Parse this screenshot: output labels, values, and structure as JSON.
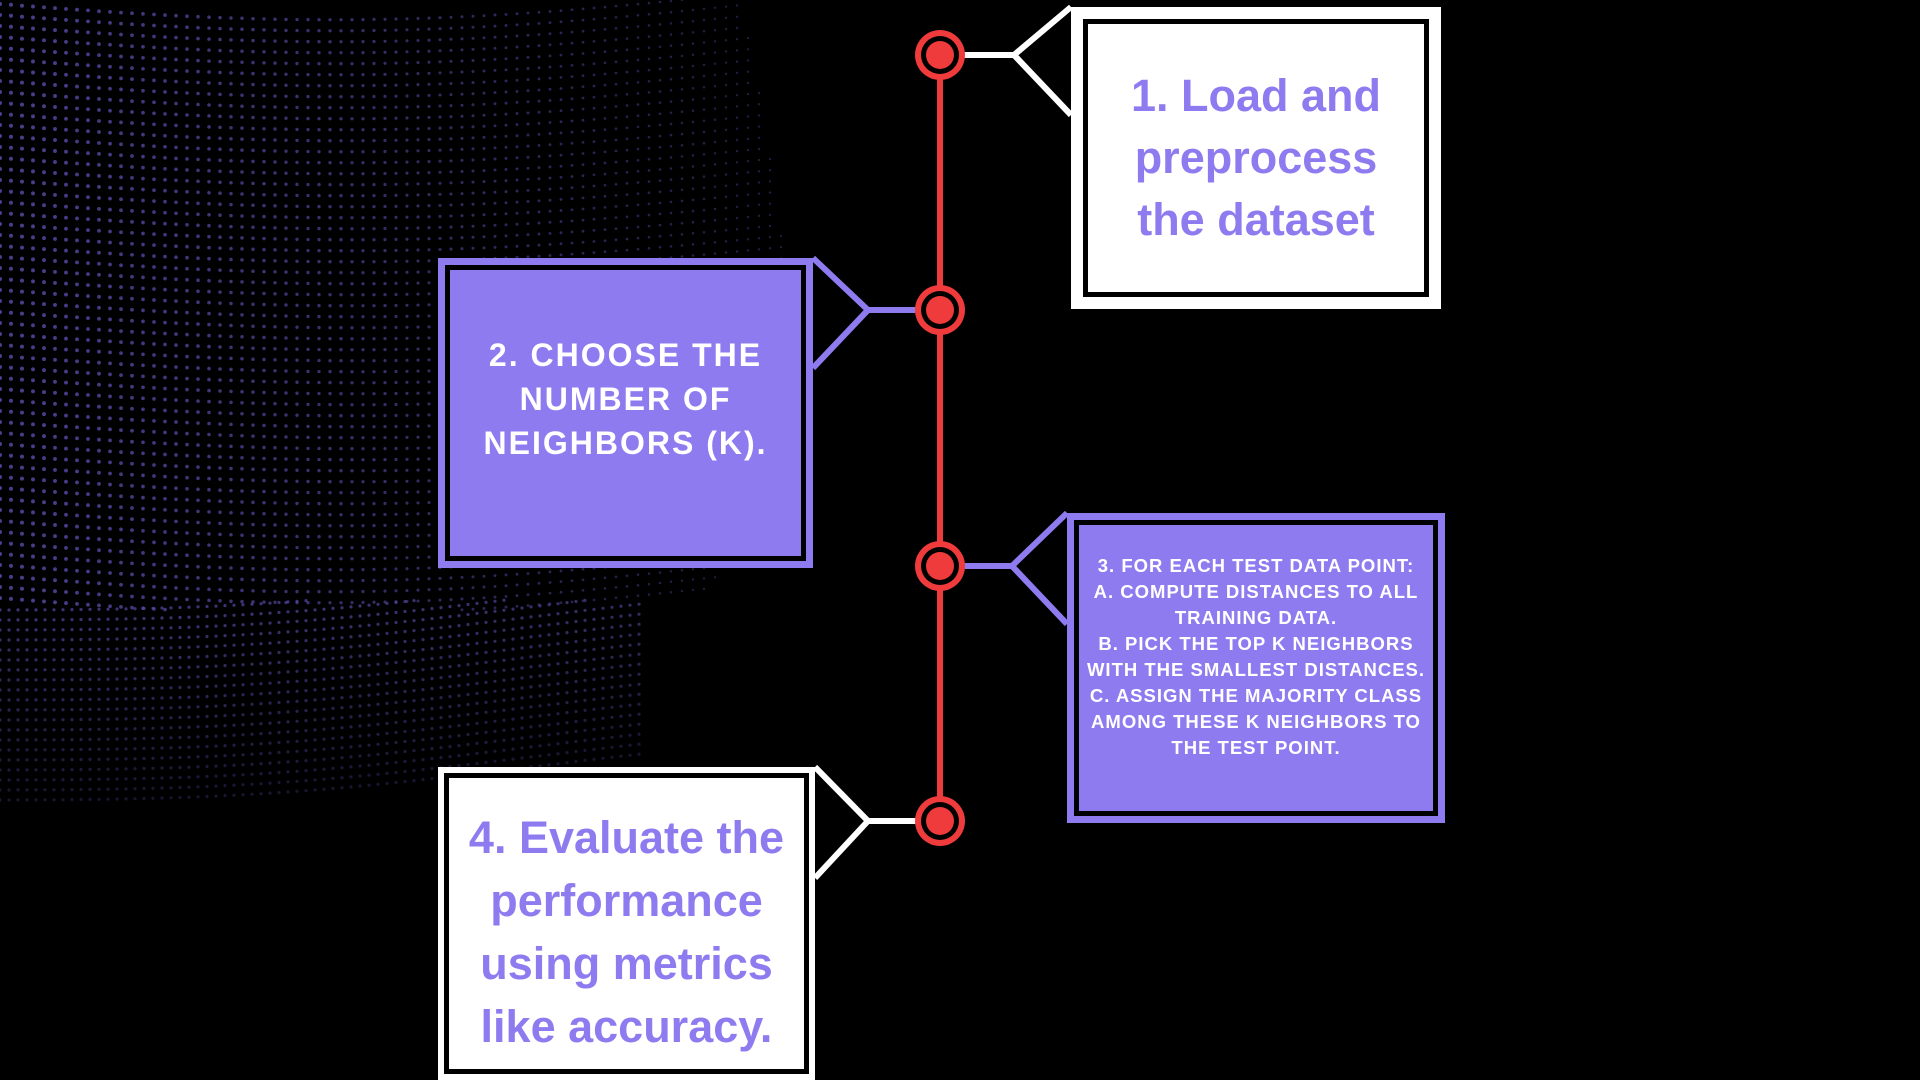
{
  "colors": {
    "background": "#000000",
    "accent_purple": "#8f7bf0",
    "timeline_red": "#ef3b3b",
    "white": "#ffffff",
    "dot_pattern": "#5a4fb0"
  },
  "steps": [
    {
      "number": "1",
      "text": "1. Load and preprocess the dataset"
    },
    {
      "number": "2",
      "text": "2. CHOOSE THE NUMBER OF NEIGHBORS (K)."
    },
    {
      "number": "3",
      "lines": [
        "3. FOR EACH TEST DATA POINT:",
        "A. COMPUTE DISTANCES TO ALL TRAINING DATA.",
        "B. PICK THE TOP K NEIGHBORS WITH THE SMALLEST DISTANCES.",
        "C. ASSIGN THE MAJORITY CLASS AMONG THESE K NEIGHBORS TO THE TEST POINT."
      ]
    },
    {
      "number": "4",
      "text": "4. Evaluate the performance using metrics like accuracy."
    }
  ]
}
